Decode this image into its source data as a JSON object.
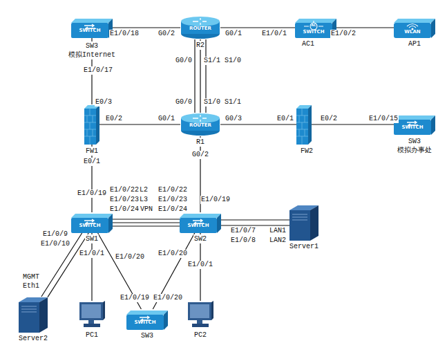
{
  "diagram": {
    "nodes": [
      {
        "text": [
          "SWITCH",
          "SW3 模拟Internet"
        ]
      },
      {
        "text": [
          "ROUTER",
          "R2"
        ]
      },
      {
        "text": [
          "AC",
          "SWITCH",
          "AC1"
        ]
      },
      {
        "text": [
          "WLAN",
          "AP1"
        ]
      },
      {
        "text": [
          "FW1"
        ]
      },
      {
        "text": [
          "ROUTER",
          "R1"
        ]
      },
      {
        "text": [
          "FW2"
        ]
      },
      {
        "text": [
          "SWITCH",
          "SW3 模拟办事处"
        ]
      },
      {
        "text": [
          "SWITCH",
          "SW1"
        ]
      },
      {
        "text": [
          "SWITCH",
          "SW2"
        ]
      },
      {
        "text": [
          "Server1"
        ]
      },
      {
        "text": [
          "Server2"
        ]
      },
      {
        "text": [
          "PC1"
        ]
      },
      {
        "text": [
          "SWITCH",
          "SW3"
        ]
      },
      {
        "text": [
          "PC2"
        ]
      }
    ],
    "edges": [
      {
        "from": 0,
        "to": 1,
        "arrow": "none"
      },
      {
        "from": 1,
        "to": 2,
        "arrow": "none"
      },
      {
        "from": 2,
        "to": 3,
        "arrow": "none"
      },
      {
        "from": 0,
        "to": 4,
        "arrow": "none"
      },
      {
        "from": 1,
        "to": 5,
        "arrow": "none"
      },
      {
        "from": 1,
        "to": 5,
        "arrow": "none"
      },
      {
        "from": 1,
        "to": 5,
        "arrow": "none"
      },
      {
        "from": 4,
        "to": 5,
        "arrow": "none"
      },
      {
        "from": 5,
        "to": 6,
        "arrow": "none"
      },
      {
        "from": 6,
        "to": 7,
        "arrow": "none"
      },
      {
        "from": 4,
        "to": 8,
        "arrow": "none"
      },
      {
        "from": 5,
        "to": 9,
        "arrow": "none"
      },
      {
        "from": 8,
        "to": 9,
        "arrow": "none"
      },
      {
        "from": 8,
        "to": 9,
        "arrow": "none"
      },
      {
        "from": 8,
        "to": 9,
        "arrow": "none"
      },
      {
        "from": 9,
        "to": 10,
        "arrow": "none"
      },
      {
        "from": 9,
        "to": 10,
        "arrow": "none"
      },
      {
        "from": 8,
        "to": 11,
        "arrow": "none"
      },
      {
        "from": 8,
        "to": 11,
        "arrow": "none"
      },
      {
        "from": 8,
        "to": 12,
        "arrow": "none"
      },
      {
        "from": 8,
        "to": 13,
        "arrow": "none"
      },
      {
        "from": 9,
        "to": 13,
        "arrow": "none"
      },
      {
        "from": 9,
        "to": 14,
        "arrow": "none"
      }
    ],
    "labels": [
      "E1/0/18",
      "G0/2",
      "G0/1",
      "E1/0/1",
      "E1/0/2",
      "E1/0/17",
      "G0/0",
      "S1/1 S1/0",
      "G0/0",
      "S1/0 S1/1",
      "E0/3",
      "E0/2",
      "G0/1",
      "G0/3",
      "E0/1",
      "E0/2",
      "E1/0/15",
      "E0/1",
      "G0/2",
      "E1/0/19",
      "E1/0/22",
      "E1/0/23",
      "E1/0/24",
      "L2",
      "L3",
      "VPN",
      "E1/0/22",
      "E1/0/23",
      "E1/0/24",
      "E1/0/19",
      "E1/0/7",
      "E1/0/8",
      "LAN1",
      "LAN2",
      "E1/0/9",
      "E1/0/10",
      "E1/0/1",
      "E1/0/20",
      "E1/0/20",
      "E1/0/1",
      "MGMT",
      "Eth1",
      "E1/0/19",
      "E1/0/20"
    ]
  }
}
